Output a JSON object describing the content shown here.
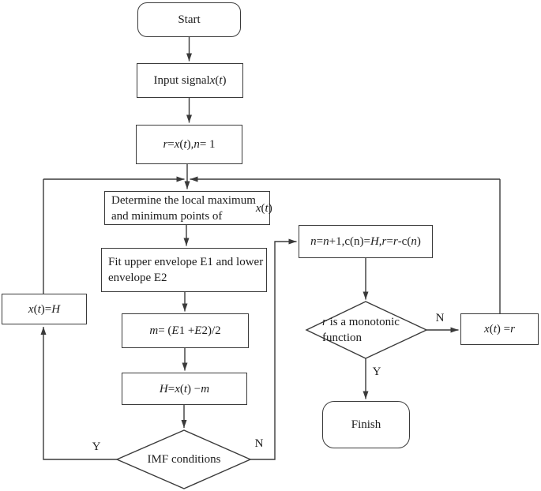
{
  "diagram": {
    "description": "EMD algorithm flowchart",
    "colors": {
      "stroke": "#3a3a3a",
      "text": "#1c1c1c",
      "background": "#ffffff"
    },
    "nodes": {
      "start": {
        "shape": "terminator",
        "label": "Start"
      },
      "input": {
        "shape": "process",
        "label": "Input signal *x*(*t*)"
      },
      "init": {
        "shape": "process",
        "label": "*r* = *x*(*t*), *n* = 1"
      },
      "determine": {
        "shape": "process",
        "label": "Determine the local maximum\nand minimum points of *x*(*t*)"
      },
      "fit": {
        "shape": "process",
        "label": "Fit upper envelope E1 and lower\nenvelope E2"
      },
      "mean": {
        "shape": "process",
        "label": "*m* = (*E*1 + *E*2)/2"
      },
      "h": {
        "shape": "process",
        "label": "*H* = *x*(*t*) − *m*"
      },
      "imf_check": {
        "shape": "decision",
        "label": "IMF conditions"
      },
      "set_xh": {
        "shape": "process",
        "label": "*x*(*t*)=*H*"
      },
      "update": {
        "shape": "process",
        "label": "*n*=*n*+1,c(n)=*H*,*r*=*r*-c(*n*)"
      },
      "mono_check": {
        "shape": "decision",
        "label": "*r* is a monotonic\nfunction"
      },
      "set_xr": {
        "shape": "process",
        "label": "*x*(*t*) = *r*"
      },
      "finish": {
        "shape": "terminator",
        "label": "Finish"
      }
    },
    "edge_labels": {
      "imf_yes": "Y",
      "imf_no": "N",
      "mono_no": "N",
      "mono_yes": "Y"
    }
  }
}
